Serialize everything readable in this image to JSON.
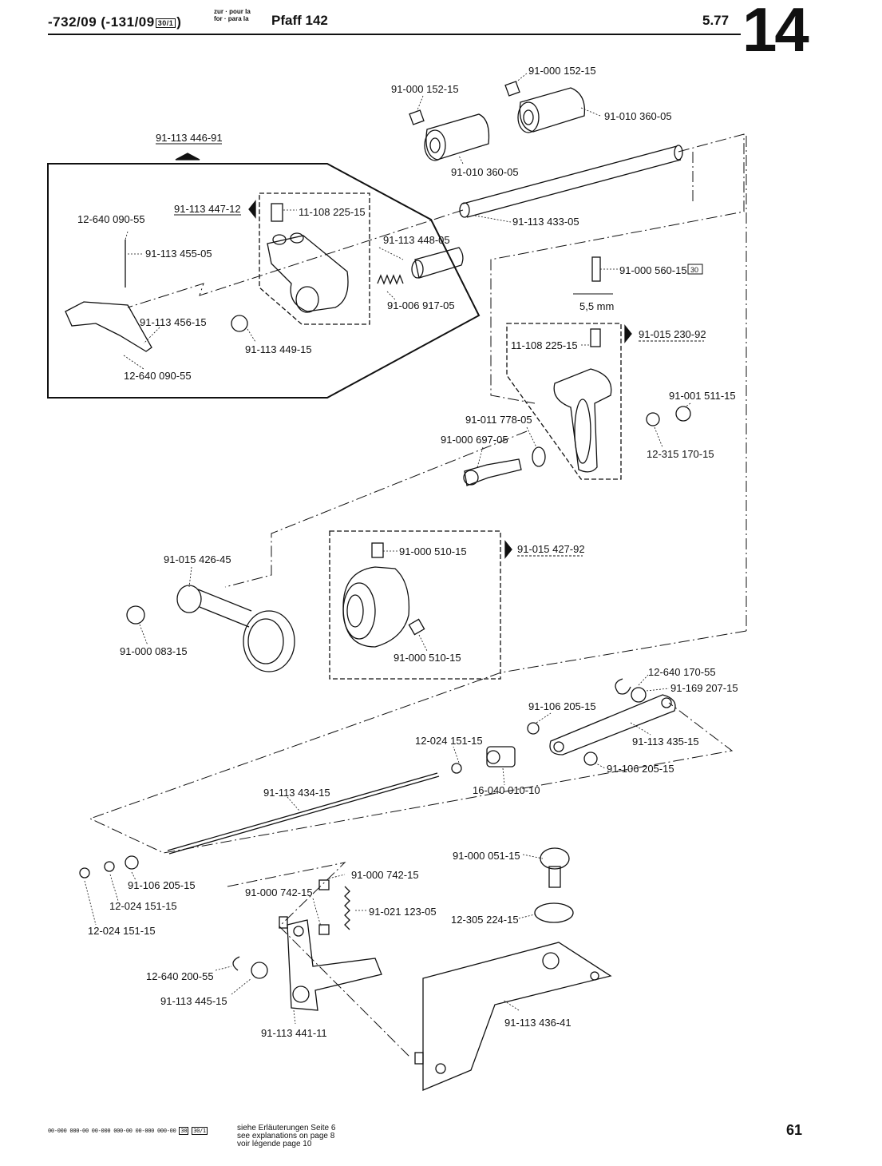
{
  "header": {
    "left_title": "-732/09 (-131/09",
    "left_badge": "30/1",
    "left_close": ")",
    "small_lines": [
      "zur · pour la",
      "for · para la"
    ],
    "model": "Pfaff 142",
    "date": "5.77",
    "section_number": "14"
  },
  "assemblies": [
    {
      "id": "a1",
      "label": "91-113 446-91"
    },
    {
      "id": "a2",
      "label": "91-113 447-12"
    },
    {
      "id": "a3",
      "label": "91-015 230-92"
    },
    {
      "id": "a4",
      "label": "91-015 427-92"
    }
  ],
  "parts": [
    {
      "id": "p1",
      "label": "91-000 152-15"
    },
    {
      "id": "p2",
      "label": "91-000 152-15"
    },
    {
      "id": "p3",
      "label": "91-010 360-05"
    },
    {
      "id": "p4",
      "label": "91-010 360-05"
    },
    {
      "id": "p5",
      "label": "91-113 433-05"
    },
    {
      "id": "p6",
      "label": "12-640 090-55"
    },
    {
      "id": "p7",
      "label": "11-108 225-15"
    },
    {
      "id": "p8",
      "label": "91-113 448-05"
    },
    {
      "id": "p9",
      "label": "91-113 455-05"
    },
    {
      "id": "p10",
      "label": "91-006 917-05"
    },
    {
      "id": "p11",
      "label": "91-113 456-15"
    },
    {
      "id": "p12",
      "label": "91-113 449-15"
    },
    {
      "id": "p13",
      "label": "12-640 090-55"
    },
    {
      "id": "p14",
      "label": "91-000 560-15"
    },
    {
      "id": "p15",
      "label": "5,5 mm"
    },
    {
      "id": "p16",
      "label": "11-108 225-15"
    },
    {
      "id": "p17",
      "label": "91-001 511-15"
    },
    {
      "id": "p18",
      "label": "12-315 170-15"
    },
    {
      "id": "p19",
      "label": "91-011 778-05"
    },
    {
      "id": "p20",
      "label": "91-000 697-05"
    },
    {
      "id": "p21",
      "label": "91-015 426-45"
    },
    {
      "id": "p22",
      "label": "91-000 510-15"
    },
    {
      "id": "p23",
      "label": "91-000 083-15"
    },
    {
      "id": "p24",
      "label": "91-000 510-15"
    },
    {
      "id": "p25",
      "label": "12-640 170-55"
    },
    {
      "id": "p26",
      "label": "91-169 207-15"
    },
    {
      "id": "p27",
      "label": "91-106 205-15"
    },
    {
      "id": "p28",
      "label": "12-024 151-15"
    },
    {
      "id": "p29",
      "label": "91-113 435-15"
    },
    {
      "id": "p30",
      "label": "91-106 205-15"
    },
    {
      "id": "p31",
      "label": "16-040 010-10"
    },
    {
      "id": "p32",
      "label": "91-113 434-15"
    },
    {
      "id": "p33",
      "label": "91-000 051-15"
    },
    {
      "id": "p34",
      "label": "91-000 742-15"
    },
    {
      "id": "p35",
      "label": "91-000 742-15"
    },
    {
      "id": "p36",
      "label": "91-106 205-15"
    },
    {
      "id": "p37",
      "label": "12-024 151-15"
    },
    {
      "id": "p38",
      "label": "12-024 151-15"
    },
    {
      "id": "p39",
      "label": "91-021 123-05"
    },
    {
      "id": "p40",
      "label": "12-305 224-15"
    },
    {
      "id": "p41",
      "label": "12-640 200-55"
    },
    {
      "id": "p42",
      "label": "91-113 445-15"
    },
    {
      "id": "p43",
      "label": "91-113 436-41"
    },
    {
      "id": "p44",
      "label": "91-113 441-11"
    }
  ],
  "badge_30": "30",
  "footer": {
    "codes": "00-000 000-00   00-000 000-00   00-000 000-00",
    "badges": [
      "30",
      "30/1"
    ],
    "notes": [
      "siehe Erläuterungen Seite 6",
      "see explanations on page 8",
      "voir légende page 10"
    ],
    "page_number": "61"
  }
}
